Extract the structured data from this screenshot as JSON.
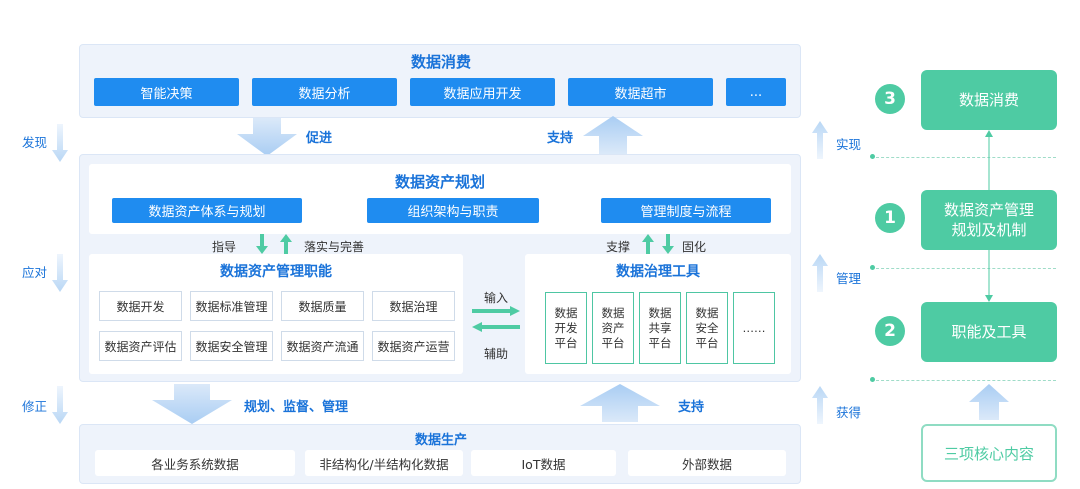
{
  "consumption": {
    "title": "数据消费",
    "items": [
      "智能决策",
      "数据分析",
      "数据应用开发",
      "数据超市",
      "..."
    ]
  },
  "flow_top": {
    "promote": "促进",
    "support": "支持"
  },
  "planning": {
    "title": "数据资产规划",
    "items": [
      "数据资产体系与规划",
      "组织架构与职责",
      "管理制度与流程"
    ],
    "left_labels": {
      "guide": "指导",
      "implement": "落实与完善"
    },
    "right_labels": {
      "support": "支撑",
      "solidify": "固化"
    }
  },
  "functions": {
    "title": "数据资产管理职能",
    "items": [
      "数据开发",
      "数据标准管理",
      "数据质量",
      "数据治理",
      "数据资产评估",
      "数据安全管理",
      "数据资产流通",
      "数据资产运营"
    ]
  },
  "middle_labels": {
    "input": "输入",
    "assist": "辅助"
  },
  "tools": {
    "title": "数据治理工具",
    "items": [
      "数据\n开发\n平台",
      "数据\n资产\n平台",
      "数据\n共享\n平台",
      "数据\n安全\n平台",
      "……"
    ]
  },
  "flow_bottom": {
    "plan": "规划、监督、管理",
    "support": "支持"
  },
  "production": {
    "title": "数据生产",
    "items": [
      "各业务系统数据",
      "非结构化/半结构化数据",
      "IoT数据",
      "外部数据"
    ]
  },
  "left_side": {
    "discover": "发现",
    "respond": "应对",
    "correct": "修正"
  },
  "right_side": {
    "realize": "实现",
    "manage": "管理",
    "obtain": "获得"
  },
  "core": {
    "step3": {
      "num": "3",
      "label": "数据消费"
    },
    "step1": {
      "num": "1",
      "label": "数据资产管理\n规划及机制"
    },
    "step2": {
      "num": "2",
      "label": "职能及工具"
    },
    "bottom": "三项核心内容"
  },
  "colors": {
    "blue": "#1f8cf0",
    "green": "#4ecba3",
    "panel": "#eef3fb",
    "title_blue": "#1a73d9"
  }
}
